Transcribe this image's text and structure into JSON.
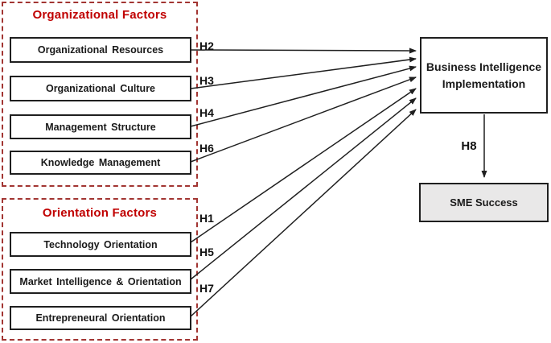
{
  "groups": [
    {
      "title": "Organizational Factors",
      "items": [
        "Organizational Resources",
        "Organizational Culture",
        "Management Structure",
        "Knowledge Management"
      ]
    },
    {
      "title": "Orientation Factors",
      "items": [
        "Technology Orientation",
        "Market Intelligence & Orientation",
        "Entrepreneural Orientation"
      ]
    }
  ],
  "nodes": {
    "bi_line1": "Business Intelligence",
    "bi_line2": "Implementation",
    "sme": "SME Success"
  },
  "edges": [
    {
      "label": "H2",
      "from": "Organizational Resources",
      "to": "Business Intelligence Implementation"
    },
    {
      "label": "H3",
      "from": "Organizational Culture",
      "to": "Business Intelligence Implementation"
    },
    {
      "label": "H4",
      "from": "Management Structure",
      "to": "Business Intelligence Implementation"
    },
    {
      "label": "H6",
      "from": "Knowledge Management",
      "to": "Business Intelligence Implementation"
    },
    {
      "label": "H1",
      "from": "Technology Orientation",
      "to": "Business Intelligence Implementation"
    },
    {
      "label": "H5",
      "from": "Market Intelligence & Orientation",
      "to": "Business Intelligence Implementation"
    },
    {
      "label": "H7",
      "from": "Entrepreneural Orientation",
      "to": "Business Intelligence Implementation"
    },
    {
      "label": "H8",
      "from": "Business Intelligence Implementation",
      "to": "SME Success"
    }
  ],
  "colors": {
    "title_red": "#c00000",
    "group_border": "#a23532",
    "box_border": "#1f1f1f",
    "sme_fill": "#e9e8e8",
    "arrow": "#1f1f1f",
    "background": "#ffffff"
  }
}
